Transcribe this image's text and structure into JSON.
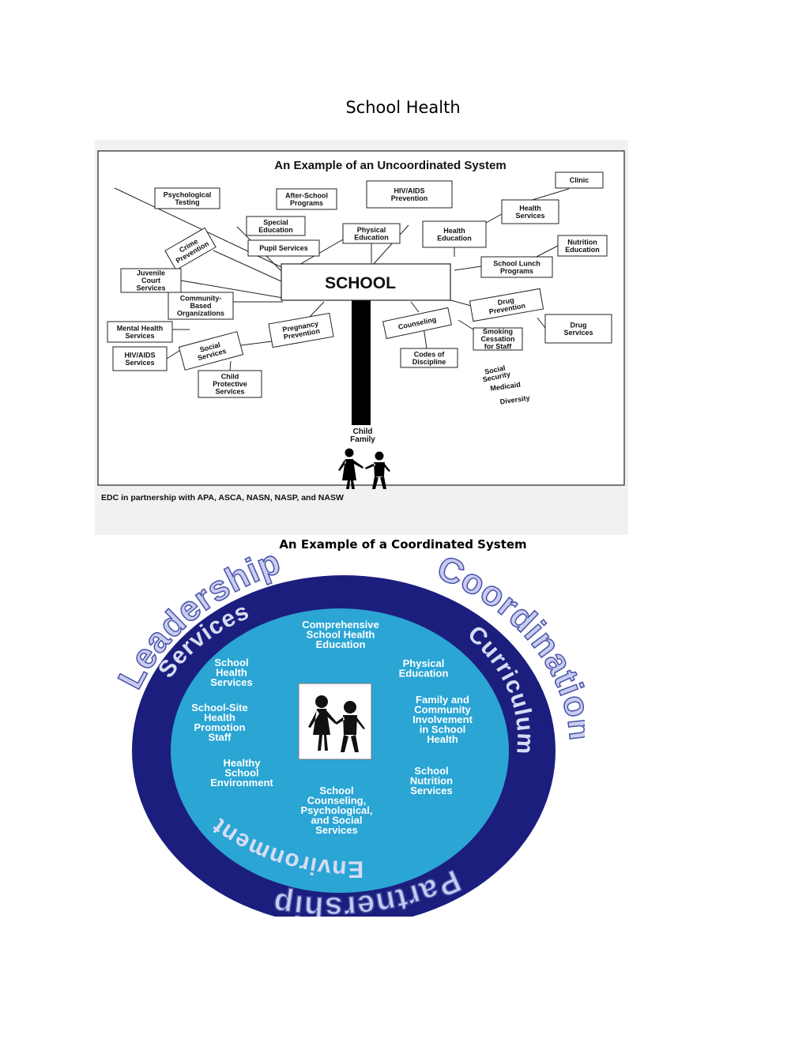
{
  "page": {
    "title": "School Health"
  },
  "uncoordinated": {
    "heading": "An Example of an Uncoordinated System",
    "center": "SCHOOL",
    "trunk_label": [
      "Child",
      "Family"
    ],
    "credit": "EDC in partnership with APA, ASCA, NASN, NASP, and NASW",
    "boxes": [
      {
        "id": "psychological-testing",
        "lines": [
          "Psychological",
          "Testing"
        ]
      },
      {
        "id": "after-school-programs",
        "lines": [
          "After-School",
          "Programs"
        ]
      },
      {
        "id": "hiv-aids-prevention",
        "lines": [
          "HIV/AIDS",
          "Prevention"
        ]
      },
      {
        "id": "clinic",
        "lines": [
          "Clinic"
        ]
      },
      {
        "id": "health-services",
        "lines": [
          "Health",
          "Services"
        ]
      },
      {
        "id": "special-education",
        "lines": [
          "Special",
          "Education"
        ]
      },
      {
        "id": "physical-education",
        "lines": [
          "Physical",
          "Education"
        ]
      },
      {
        "id": "health-education",
        "lines": [
          "Health",
          "Education"
        ]
      },
      {
        "id": "nutrition-education",
        "lines": [
          "Nutrition",
          "Education"
        ]
      },
      {
        "id": "crime-prevention",
        "lines": [
          "Crime",
          "Prevention"
        ]
      },
      {
        "id": "pupil-services",
        "lines": [
          "Pupil Services"
        ]
      },
      {
        "id": "school-lunch-programs",
        "lines": [
          "School Lunch",
          "Programs"
        ]
      },
      {
        "id": "juvenile-court-services",
        "lines": [
          "Juvenile",
          "Court",
          "Services"
        ]
      },
      {
        "id": "community-based-organizations",
        "lines": [
          "Community-",
          "Based",
          "Organizations"
        ]
      },
      {
        "id": "drug-prevention",
        "lines": [
          "Drug",
          "Prevention"
        ]
      },
      {
        "id": "mental-health-services",
        "lines": [
          "Mental Health",
          "Services"
        ]
      },
      {
        "id": "pregnancy-prevention",
        "lines": [
          "Pregnancy",
          "Prevention"
        ]
      },
      {
        "id": "counseling",
        "lines": [
          "Counseling"
        ]
      },
      {
        "id": "smoking-cessation",
        "lines": [
          "Smoking",
          "Cessation",
          "for Staff"
        ]
      },
      {
        "id": "drug-services",
        "lines": [
          "Drug",
          "Services"
        ]
      },
      {
        "id": "hiv-aids-services",
        "lines": [
          "HIV/AIDS",
          "Services"
        ]
      },
      {
        "id": "social-services",
        "lines": [
          "Social",
          "Services"
        ]
      },
      {
        "id": "codes-of-discipline",
        "lines": [
          "Codes of",
          "Discipline"
        ]
      },
      {
        "id": "child-protective-services",
        "lines": [
          "Child",
          "Protective",
          "Services"
        ]
      }
    ],
    "floating": [
      {
        "id": "social-security",
        "lines": [
          "Social",
          "Security"
        ]
      },
      {
        "id": "medicaid",
        "lines": [
          "Medicaid"
        ]
      },
      {
        "id": "diversity",
        "lines": [
          "Diversity"
        ]
      }
    ]
  },
  "coordinated": {
    "caption": "An Example of a Coordinated System",
    "ring_words": {
      "leadership": "Leadership",
      "coordination": "Coordination",
      "partnership": "Partnership"
    },
    "band_words": {
      "services": "Services",
      "curriculum": "Curriculum",
      "environment": "Environment"
    },
    "components": [
      {
        "id": "comprehensive-school-health-education",
        "lines": [
          "Comprehensive",
          "School Health",
          "Education"
        ]
      },
      {
        "id": "physical-education",
        "lines": [
          "Physical",
          "Education"
        ]
      },
      {
        "id": "school-health-services",
        "lines": [
          "School",
          "Health",
          "Services"
        ]
      },
      {
        "id": "family-community-involvement",
        "lines": [
          "Family and",
          "Community",
          "Involvement",
          "in School",
          "Health"
        ]
      },
      {
        "id": "school-site-health-promotion-staff",
        "lines": [
          "School-Site",
          "Health",
          "Promotion",
          "Staff"
        ]
      },
      {
        "id": "healthy-school-environment",
        "lines": [
          "Healthy",
          "School",
          "Environment"
        ]
      },
      {
        "id": "school-nutrition-services",
        "lines": [
          "School",
          "Nutrition",
          "Services"
        ]
      },
      {
        "id": "school-counseling-psychological-social-services",
        "lines": [
          "School",
          "Counseling,",
          "Psychological,",
          "and Social",
          "Services"
        ]
      }
    ],
    "colors": {
      "outer": "#1c1e7e",
      "inner": "#2aa5d4",
      "ring_text": "#c8cdf0",
      "ring_text_edge": "#4a52a8",
      "component_text": "#ffffff"
    }
  }
}
